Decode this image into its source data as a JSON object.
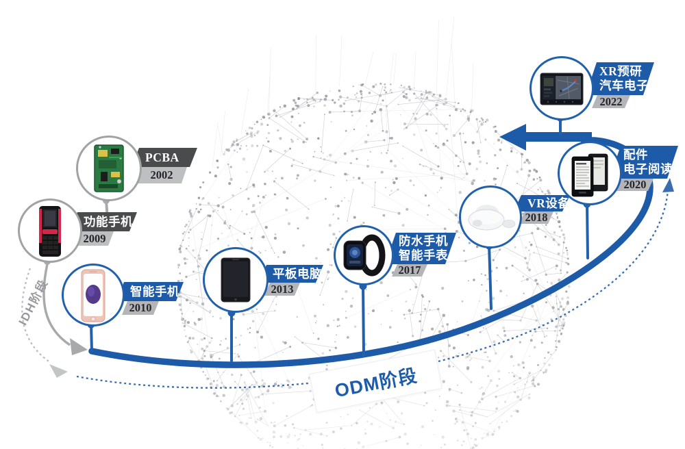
{
  "diagram_title": "Product evolution timeline 2002-2022",
  "stages": {
    "idh": {
      "label": "IDH阶段",
      "color": "#97999c"
    },
    "odm": {
      "label": "ODM阶段",
      "color": "#1d5cab"
    }
  },
  "nodes": [
    {
      "id": "pcba",
      "title": "PCBA",
      "title2": "",
      "year": "2002",
      "phase": "IDH",
      "icon": "circuit-board-image"
    },
    {
      "id": "feature-phone",
      "title": "功能手机",
      "title2": "",
      "year": "2009",
      "phase": "IDH",
      "icon": "feature-phone-image"
    },
    {
      "id": "smartphone",
      "title": "智能手机",
      "title2": "",
      "year": "2010",
      "phase": "ODM",
      "icon": "smartphone-image"
    },
    {
      "id": "tablet",
      "title": "平板电脑",
      "title2": "",
      "year": "2013",
      "phase": "ODM",
      "icon": "tablet-image"
    },
    {
      "id": "smartwatch",
      "title": "防水手机",
      "title2": "智能手表",
      "year": "2017",
      "phase": "ODM",
      "icon": "smartwatch-image"
    },
    {
      "id": "vr-device",
      "title": "VR设备",
      "title2": "",
      "year": "2018",
      "phase": "ODM",
      "icon": "vr-headset-image"
    },
    {
      "id": "e-reader",
      "title": "配件",
      "title2": "电子阅读",
      "year": "2020",
      "phase": "ODM",
      "icon": "e-reader-image"
    },
    {
      "id": "xr-auto",
      "title": "XR预研",
      "title2": "汽车电子",
      "year": "2022",
      "phase": "ODM",
      "icon": "car-display-image"
    }
  ],
  "colors": {
    "odm_blue": "#1d5aa7",
    "idh_gray": "#a0a2a5",
    "banner_dark": "#4a4b4d",
    "year_gray": "#b9bbbd",
    "globe_dot": "#8b8d90"
  }
}
